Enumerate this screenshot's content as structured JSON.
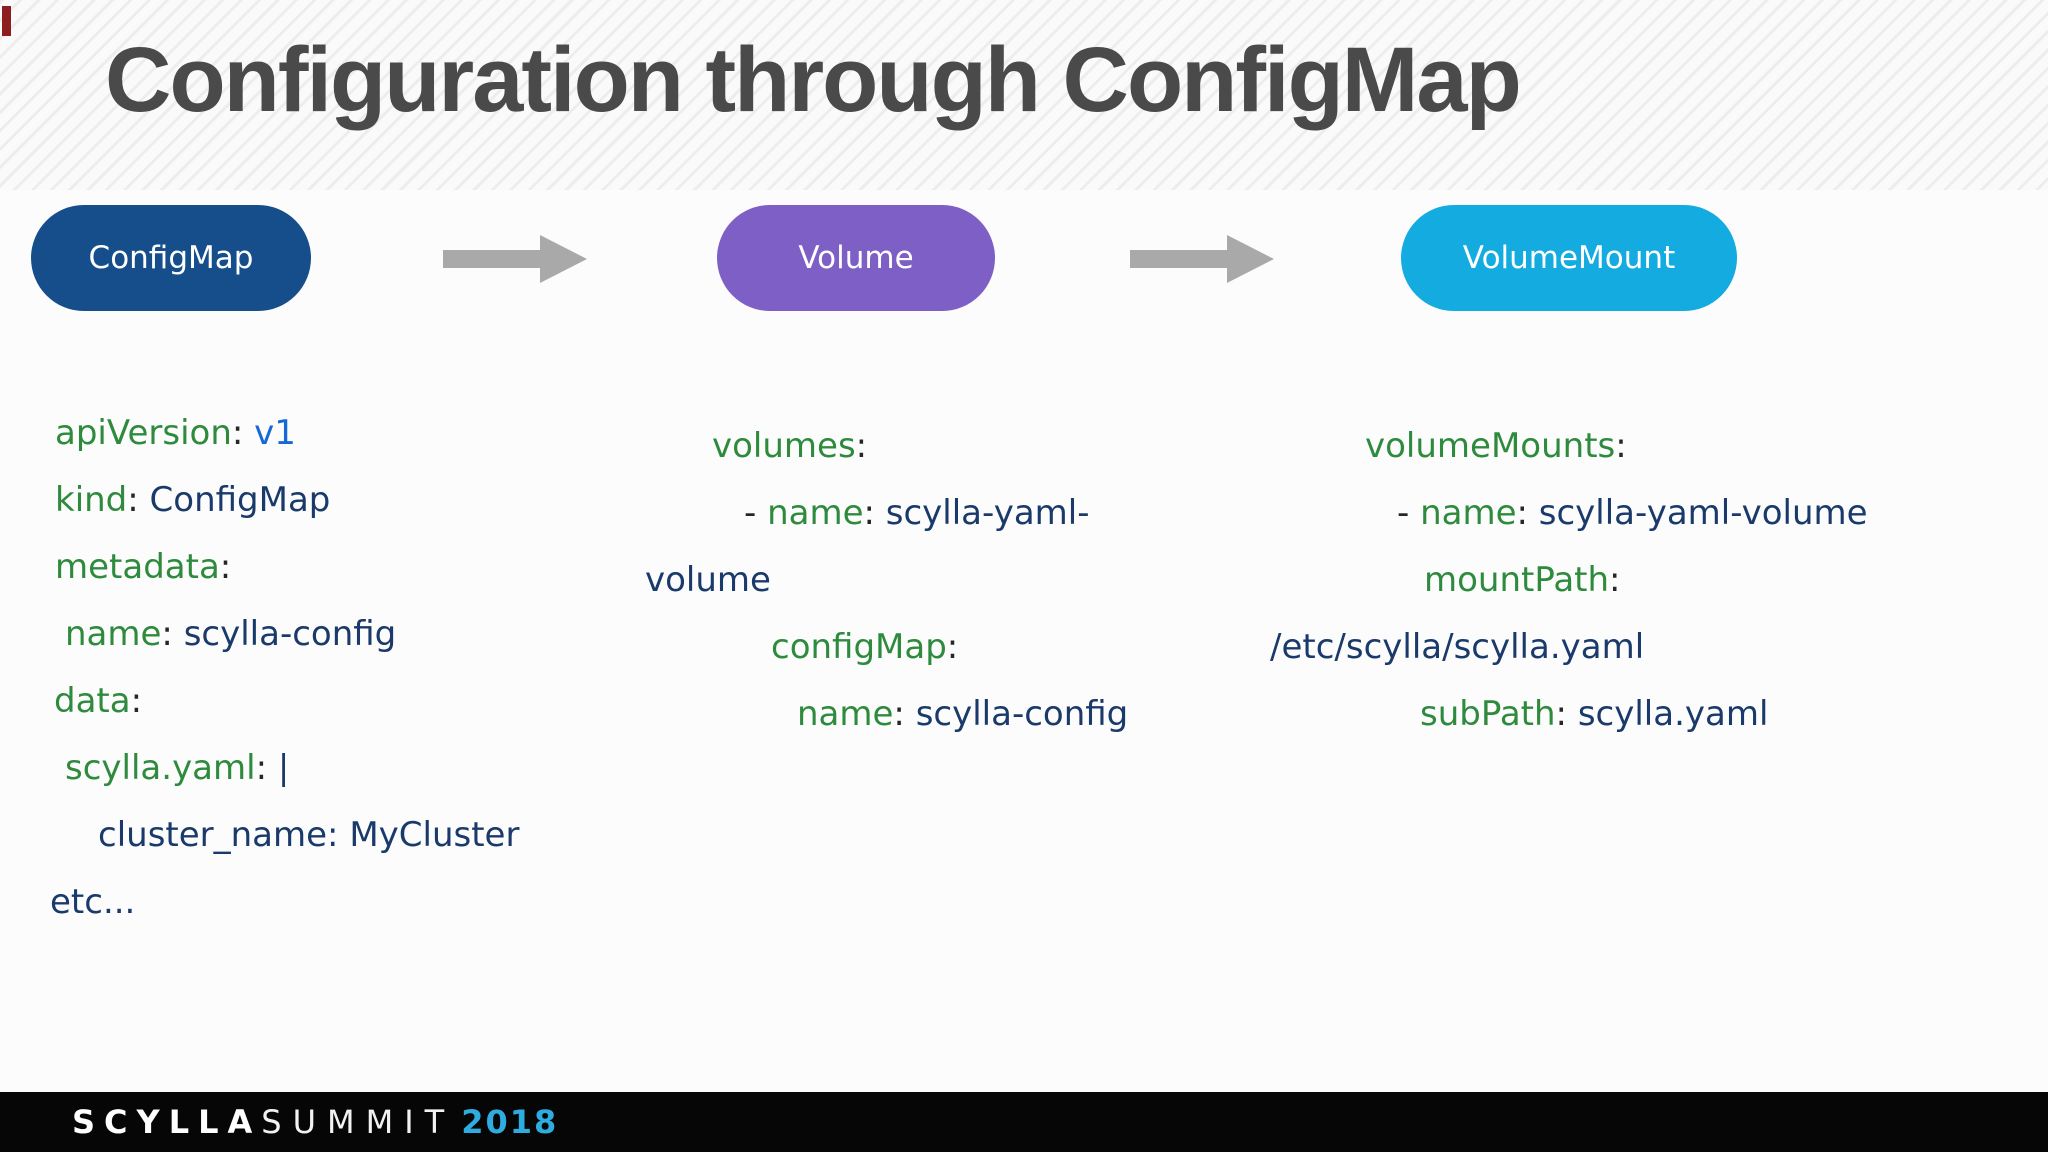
{
  "header": {
    "title": "Configuration through ConfigMap"
  },
  "pills": [
    {
      "label": "ConfigMap",
      "color": "#164e8c"
    },
    {
      "label": "Volume",
      "color": "#7d5fc5"
    },
    {
      "label": "VolumeMount",
      "color": "#14abe0"
    }
  ],
  "arrows": {
    "color": "#a9a9a9"
  },
  "code": {
    "colors": {
      "key": "#2e8b3d",
      "value": "#1a3a6b",
      "literal": "#1569d6",
      "punct": "#262626"
    },
    "columns": [
      {
        "id": "configmap-yaml",
        "lines": [
          {
            "indent": 5,
            "segs": [
              [
                "apiVersion",
                "k"
              ],
              [
                ": ",
                "p"
              ],
              [
                "v1",
                "b"
              ]
            ]
          },
          {
            "indent": 5,
            "segs": [
              [
                "kind",
                "k"
              ],
              [
                ": ",
                "p"
              ],
              [
                "ConfigMap",
                "v"
              ]
            ]
          },
          {
            "indent": 5,
            "segs": [
              [
                "metadata",
                "k"
              ],
              [
                ":",
                "p"
              ]
            ]
          },
          {
            "indent": 15,
            "segs": [
              [
                "name",
                "k"
              ],
              [
                ": ",
                "p"
              ],
              [
                "scylla-config",
                "v"
              ]
            ]
          },
          {
            "indent": 4,
            "segs": [
              [
                "data",
                "k"
              ],
              [
                ":",
                "p"
              ]
            ]
          },
          {
            "indent": 15,
            "segs": [
              [
                "scylla.yaml",
                "k"
              ],
              [
                ": ",
                "p"
              ],
              [
                "|",
                "v"
              ]
            ]
          },
          {
            "indent": 48,
            "segs": [
              [
                "cluster_name: MyCluster",
                "v"
              ]
            ]
          },
          {
            "indent": 0,
            "segs": [
              [
                "etc...",
                "v"
              ]
            ]
          }
        ]
      },
      {
        "id": "volume-yaml",
        "lines": [
          {
            "indent": 67,
            "segs": [
              [
                "volumes",
                "k"
              ],
              [
                ":",
                "p"
              ]
            ]
          },
          {
            "indent": 99,
            "segs": [
              [
                "- ",
                "p"
              ],
              [
                "name",
                "k"
              ],
              [
                ": ",
                "p"
              ],
              [
                "scylla-yaml-",
                "v"
              ]
            ]
          },
          {
            "indent": 0,
            "segs": [
              [
                "volume",
                "v"
              ]
            ]
          },
          {
            "indent": 126,
            "segs": [
              [
                "configMap",
                "k"
              ],
              [
                ":",
                "p"
              ]
            ]
          },
          {
            "indent": 152,
            "segs": [
              [
                "name",
                "k"
              ],
              [
                ": ",
                "p"
              ],
              [
                "scylla-config",
                "v"
              ]
            ]
          }
        ]
      },
      {
        "id": "volumemount-yaml",
        "lines": [
          {
            "indent": 95,
            "segs": [
              [
                "volumeMounts",
                "k"
              ],
              [
                ":",
                "p"
              ]
            ]
          },
          {
            "indent": 127,
            "segs": [
              [
                "- ",
                "p"
              ],
              [
                "name",
                "k"
              ],
              [
                ": ",
                "p"
              ],
              [
                "scylla-yaml-volume",
                "v"
              ]
            ]
          },
          {
            "indent": 154,
            "segs": [
              [
                "mountPath",
                "k"
              ],
              [
                ":",
                "p"
              ]
            ]
          },
          {
            "indent": 0,
            "segs": [
              [
                "/etc/scylla/scylla.yaml",
                "v"
              ]
            ]
          },
          {
            "indent": 150,
            "segs": [
              [
                "subPath",
                "k"
              ],
              [
                ": ",
                "p"
              ],
              [
                "scylla.yaml",
                "v"
              ]
            ]
          }
        ]
      }
    ]
  },
  "footer": {
    "brand_primary": "SCYLLA",
    "brand_secondary": "SUMMIT",
    "year": "2018",
    "year_color": "#2facdf"
  }
}
